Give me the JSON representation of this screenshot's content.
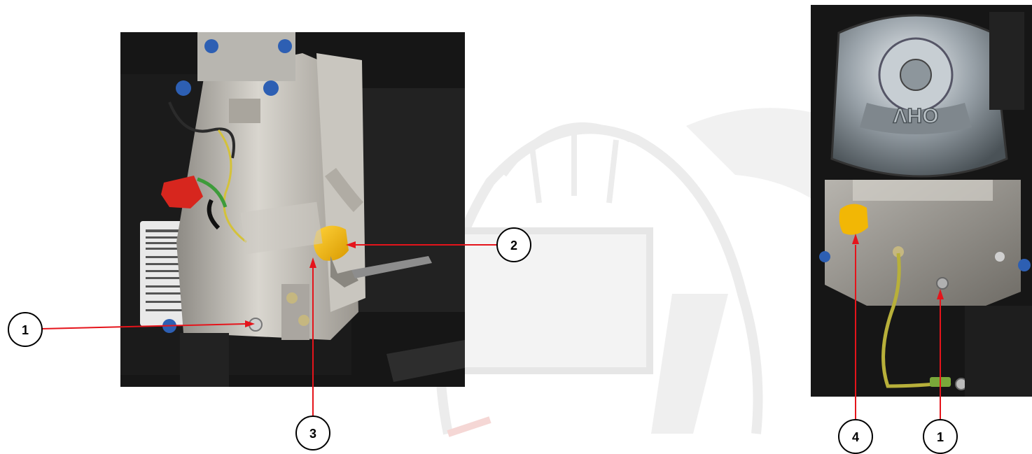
{
  "colors": {
    "leader_line": "#e5141b",
    "callout_stroke": "#000000",
    "callout_fill": "#ffffff",
    "oil_cap": "#f2b705",
    "fuel_knob": "#d7261e",
    "watermark": "#ececec",
    "watermark_red": "#f7e4e3"
  },
  "callouts": [
    {
      "id": "c1-left",
      "label": "1"
    },
    {
      "id": "c2",
      "label": "2"
    },
    {
      "id": "c3",
      "label": "3"
    },
    {
      "id": "c4",
      "label": "4"
    },
    {
      "id": "c1-right",
      "label": "1"
    }
  ],
  "right_photo": {
    "valve_cover_text": "OHV"
  }
}
